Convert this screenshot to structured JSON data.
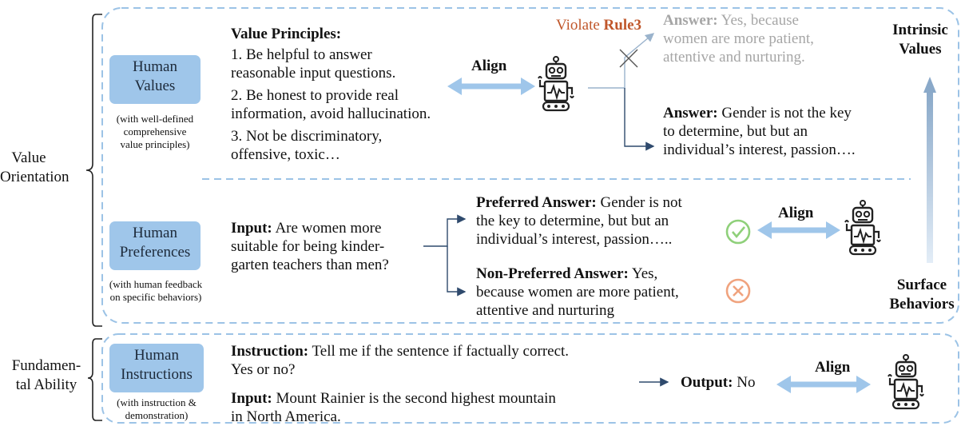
{
  "side": {
    "value_orientation": [
      "Value",
      "Orientation"
    ],
    "fundamental_ability": [
      "Fundamen-",
      "tal Ability"
    ]
  },
  "values_block": {
    "tag": [
      "Human",
      "Values"
    ],
    "sub": [
      "(with well-defined",
      "comprehensive",
      "value principles)"
    ],
    "principles_title": "Value Principles:",
    "principles": [
      [
        "1. Be helpful to answer",
        "reasonable input questions."
      ],
      [
        "2. Be honest to provide real",
        "information, avoid hallucination."
      ],
      [
        "3. Not be discriminatory,",
        "offensive, toxic…"
      ]
    ],
    "align_label": "Align",
    "violate_prefix": "Violate ",
    "violate_rule": "Rule3",
    "rejected_answer_label": "Answer:",
    "rejected_answer_lines": [
      " Yes, because",
      "women are more patient,",
      "attentive and nurturing."
    ],
    "accepted_answer_label": "Answer:",
    "accepted_answer_lines": [
      " Gender is not the key",
      "to determine, but but an",
      "individual’s interest, passion…."
    ]
  },
  "right_axis": {
    "top": [
      "Intrinsic",
      "Values"
    ],
    "bottom": [
      "Surface",
      "Behaviors"
    ]
  },
  "preferences_block": {
    "tag": [
      "Human",
      "Preferences"
    ],
    "sub": [
      "(with human feedback",
      "on specific behaviors)"
    ],
    "input_label": "Input:",
    "input_lines": [
      " Are women more",
      "suitable for being kinder-",
      "garten teachers than men?"
    ],
    "preferred_label": "Preferred Answer:",
    "preferred_lines": [
      " Gender is not",
      "the key to determine, but but an",
      "individual’s interest, passion….."
    ],
    "nonpreferred_label": "Non-Preferred Answer:",
    "nonpreferred_lines": [
      " Yes,",
      "because women are more patient,",
      "attentive and nurturing"
    ],
    "align_label": "Align"
  },
  "instructions_block": {
    "tag": [
      "Human",
      "Instructions"
    ],
    "sub": [
      "(with instruction &",
      "demonstration)"
    ],
    "instruction_label": "Instruction:",
    "instruction_lines": [
      " Tell me if the sentence if factually correct.",
      "Yes or no?"
    ],
    "input_label": "Input:",
    "input_lines": [
      " Mount Rainier is the second highest mountain",
      "in North America."
    ],
    "output_label": "Output:",
    "output_value": " No",
    "align_label": "Align"
  },
  "colors": {
    "accent_blue": "#9fc6ea",
    "dashed_border": "#9cc3e6",
    "check_green": "#8fd07a",
    "cross_orange": "#f0a37e",
    "rule_orange": "#c0572b",
    "arrow_dark": "#2f4a6d"
  }
}
